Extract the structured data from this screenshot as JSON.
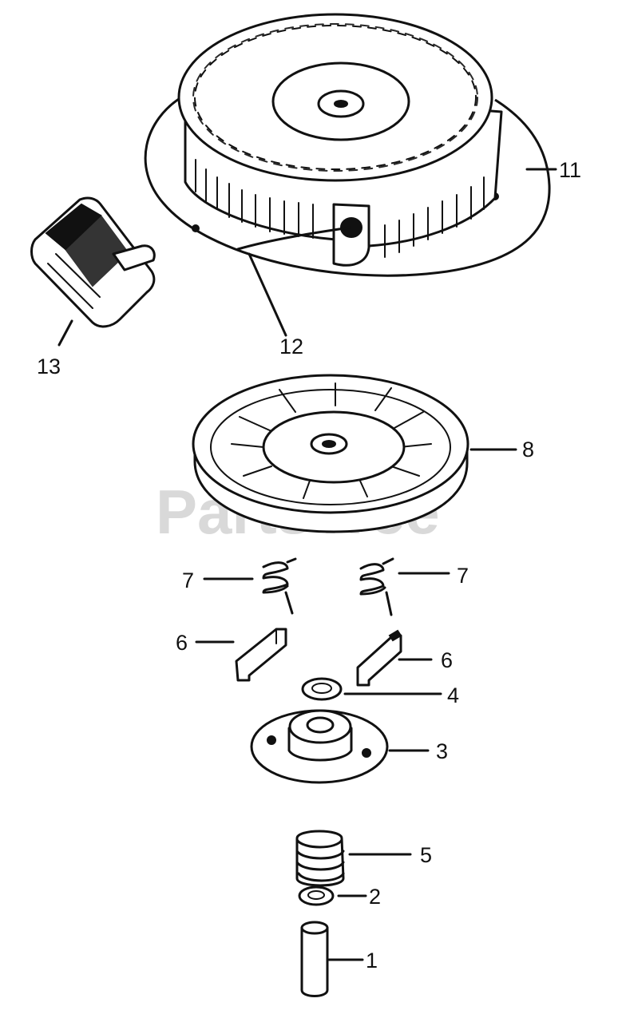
{
  "watermark": "PartsTree",
  "parts": [
    {
      "id": "p1",
      "label": "1"
    },
    {
      "id": "p2",
      "label": "2"
    },
    {
      "id": "p3",
      "label": "3"
    },
    {
      "id": "p4",
      "label": "4"
    },
    {
      "id": "p5",
      "label": "5"
    },
    {
      "id": "p6a",
      "label": "6"
    },
    {
      "id": "p6b",
      "label": "6"
    },
    {
      "id": "p7a",
      "label": "7"
    },
    {
      "id": "p7b",
      "label": "7"
    },
    {
      "id": "p8",
      "label": "8"
    },
    {
      "id": "p11",
      "label": "11"
    },
    {
      "id": "p12",
      "label": "12"
    },
    {
      "id": "p13",
      "label": "13"
    }
  ]
}
